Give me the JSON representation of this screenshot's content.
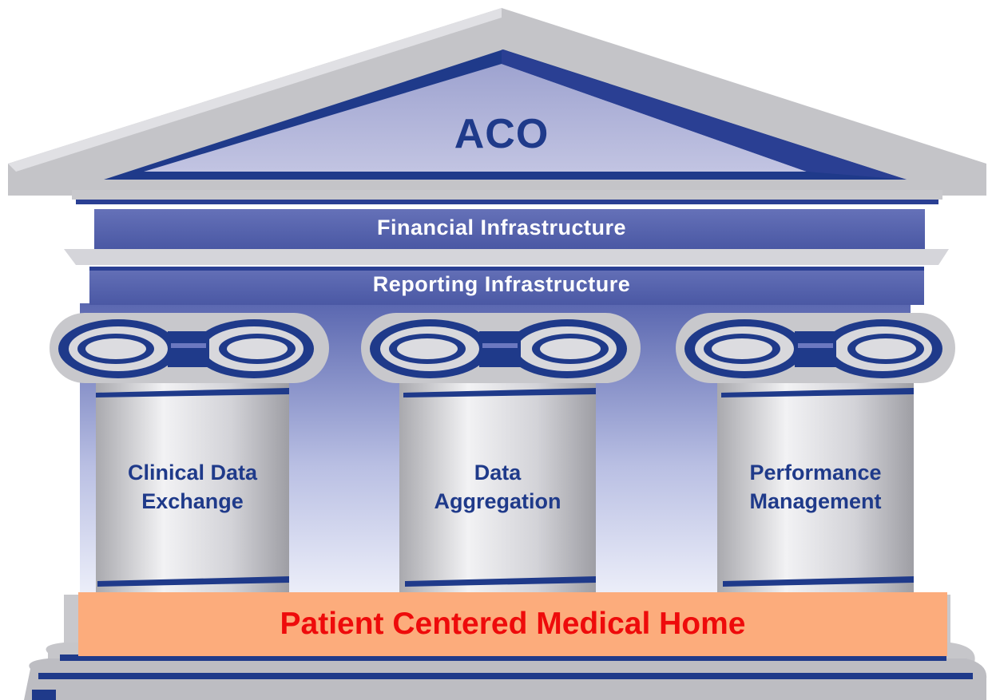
{
  "roof": {
    "title": "ACO"
  },
  "bands": {
    "financial": "Financial Infrastructure",
    "reporting": "Reporting Infrastructure"
  },
  "pillars": [
    {
      "line1": "Clinical Data",
      "line2": "Exchange"
    },
    {
      "line1": "Data",
      "line2": "Aggregation"
    },
    {
      "line1": "Performance",
      "line2": "Management"
    }
  ],
  "foundation": {
    "label": "Patient Centered Medical Home"
  },
  "colors": {
    "navy": "#1f3a8a",
    "band_blue": "#5060a8",
    "roof_fill": "#b8b8d8",
    "stone_grey": "#c8c8cc",
    "foundation_fill": "#fcac7c",
    "foundation_text": "#ee0b0b"
  }
}
